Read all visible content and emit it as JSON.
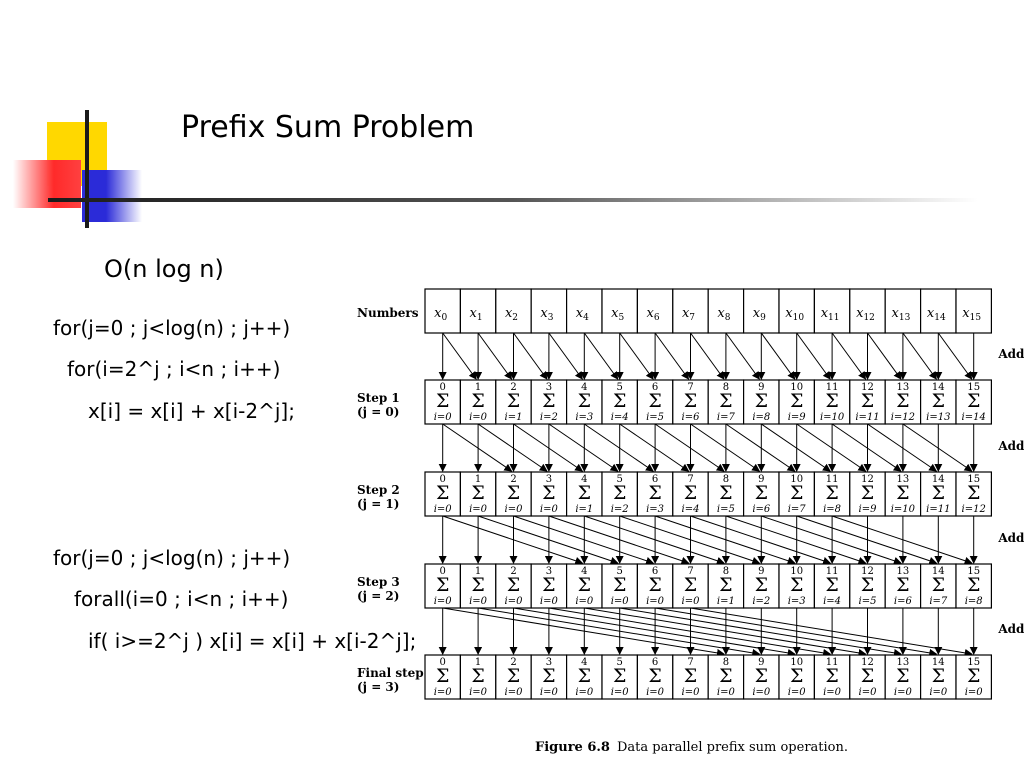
{
  "slide": {
    "title": "Prefix Sum Problem",
    "complexity": "O(n log n)",
    "code_sequential": [
      "for(j=0 ; j<log(n) ; j++)",
      "for(i=2^j ; i<n ; i++)",
      "x[i] = x[i] + x[i-2^j];"
    ],
    "code_parallel": [
      "for(j=0 ; j<log(n) ; j++)",
      "forall(i=0 ; i<n ; i++)",
      "if( i>=2^j ) x[i] = x[i] + x[i-2^j];"
    ]
  },
  "figure": {
    "caption_label": "Figure 6.8",
    "caption_text": "Data parallel prefix sum operation.",
    "numbers_label": "Numbers",
    "add_label": "Add",
    "sigma": "Σ",
    "n": 16,
    "steps": [
      {
        "label": "Step 1",
        "sub": "(j = 0)",
        "offset": 1
      },
      {
        "label": "Step 2",
        "sub": "(j = 1)",
        "offset": 2
      },
      {
        "label": "Step 3",
        "sub": "(j = 2)",
        "offset": 4
      },
      {
        "label": "Final step",
        "sub": "(j = 3)",
        "offset": 8
      }
    ]
  }
}
